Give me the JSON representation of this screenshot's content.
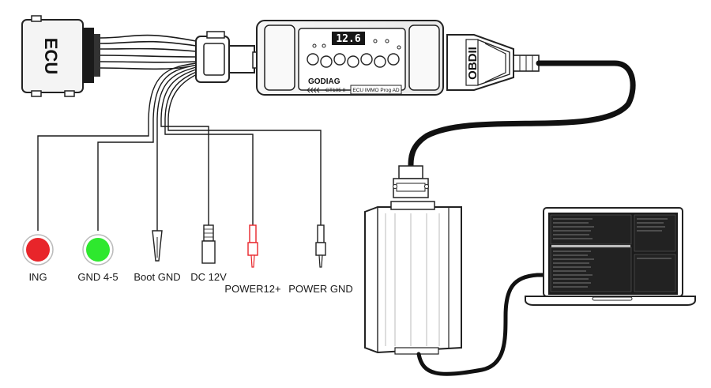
{
  "ecu": {
    "label": "ECU"
  },
  "obd": {
    "label": "OBDII"
  },
  "device": {
    "brand": "GODIAG",
    "model": "GT105 II",
    "subtitle": "ECU IMMO Prog AD",
    "display": "12.6"
  },
  "terminals": [
    {
      "label": "ING",
      "color": "#e8252a"
    },
    {
      "label": "GND 4-5",
      "color": "#2ee82e"
    },
    {
      "label": "Boot GND"
    },
    {
      "label": "DC 12V"
    },
    {
      "label": "POWER12+",
      "color": "#e8252a"
    },
    {
      "label": "POWER GND"
    }
  ],
  "colors": {
    "line": "#1a1a1a",
    "cable": "#111111",
    "screen": "#1b1b1b"
  }
}
